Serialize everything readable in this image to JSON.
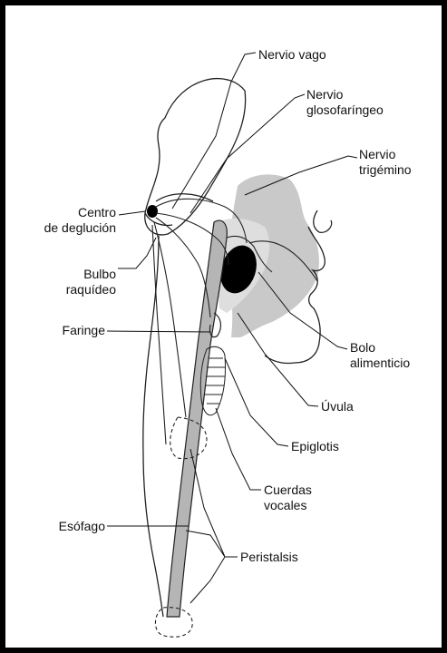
{
  "labels": {
    "nervio_vago": "Nervio vago",
    "nervio_glosofaringeo": "Nervio\nglosofaríngeo",
    "nervio_trigemino": "Nervio\ntrigémino",
    "centro_degluticion": "Centro\nde deglución",
    "bulbo_raquideo": "Bulbo\nraquídeo",
    "faringe": "Faringe",
    "bolo_alimenticio": "Bolo\nalimenticio",
    "uvula": "Úvula",
    "epiglotis": "Epiglotis",
    "cuerdas_vocales": "Cuerdas\nvocales",
    "esofago": "Esófago",
    "peristalsis": "Peristalsis"
  }
}
